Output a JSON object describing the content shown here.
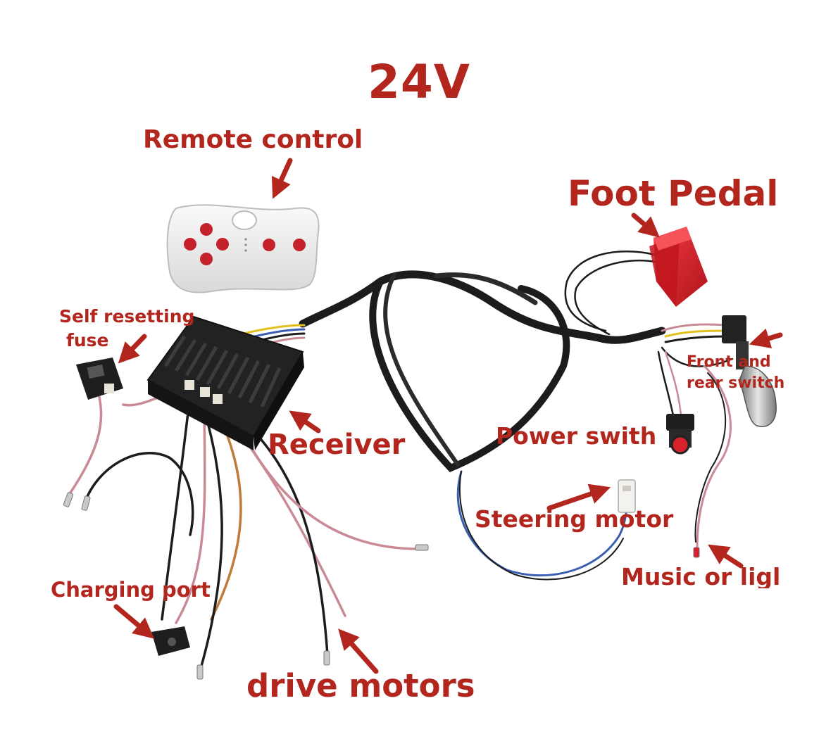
{
  "title": "24V",
  "labels": {
    "remote_control": "Remote control",
    "foot_pedal": "Foot Pedal",
    "self_resetting_fuse_line1": "Self resetting",
    "self_resetting_fuse_line2": "fuse",
    "receiver": "Receiver",
    "front_rear_switch_line1": "Front and",
    "front_rear_switch_line2": "rear switch",
    "power_switch": "Power swith",
    "steering_motor": "Steering motor",
    "music_or_light": "Music or ligl",
    "charging_port": "Charging port",
    "drive_motors": "drive motors"
  },
  "colors": {
    "label_red": "#b3261e",
    "arrow_red": "#b3261e",
    "cable_black": "#1c1c1c",
    "wire_pink": "#c98a96",
    "wire_blue": "#3a5fb0",
    "pedal_red": "#d8222b",
    "remote_white": "#f1f1f1",
    "button_red": "#c4212a"
  }
}
